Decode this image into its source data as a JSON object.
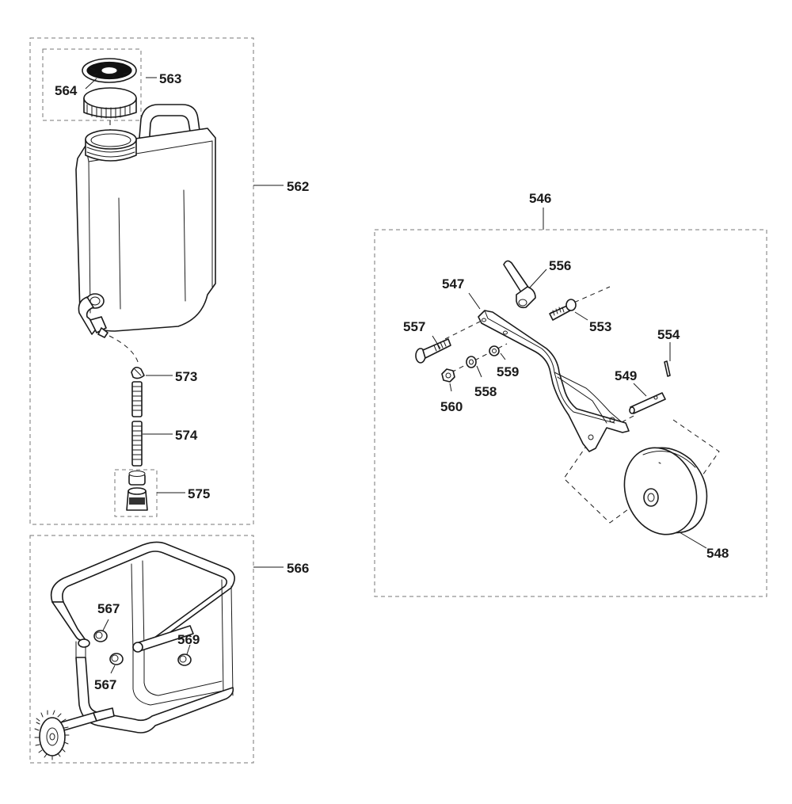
{
  "parts": {
    "p546": "546",
    "p547": "547",
    "p548": "548",
    "p549": "549",
    "p553": "553",
    "p554": "554",
    "p556": "556",
    "p557": "557",
    "p558": "558",
    "p559": "559",
    "p560": "560",
    "p562": "562",
    "p563": "563",
    "p564": "564",
    "p566": "566",
    "p567a": "567",
    "p567b": "567",
    "p569": "569",
    "p573": "573",
    "p574": "574",
    "p575": "575"
  },
  "colors": {
    "line": "#1a1a1a",
    "box": "#777777",
    "background": "#ffffff"
  }
}
